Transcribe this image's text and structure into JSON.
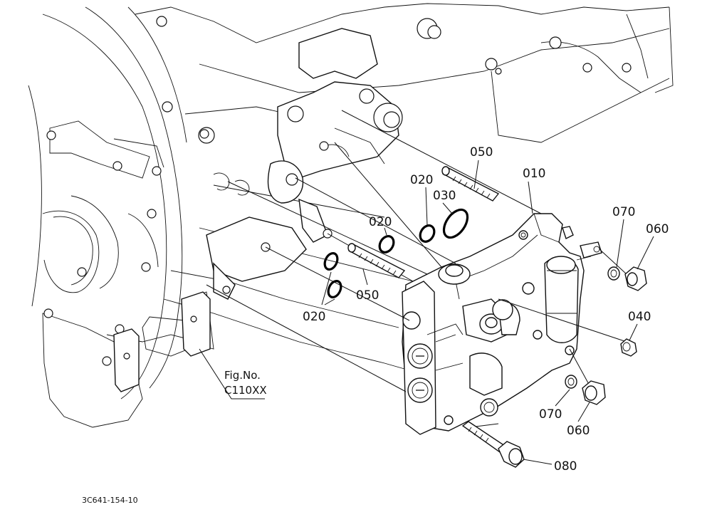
{
  "labels": {
    "p010": "010",
    "p020a": "020",
    "p020b": "020",
    "p020c": "020",
    "p030": "030",
    "p040": "040",
    "p050a": "050",
    "p050b": "050",
    "p060a": "060",
    "p060b": "060",
    "p070a": "070",
    "p070b": "070",
    "p080": "080",
    "fig_ref_line1": "Fig.No.",
    "fig_ref_line2": "C110XX",
    "drawing_number": "3C641-154-10"
  }
}
